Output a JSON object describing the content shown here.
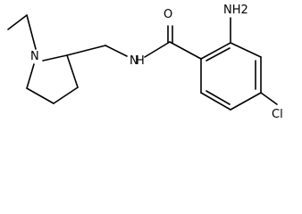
{
  "molecule": {
    "atoms": {
      "amide_oxygen": "O",
      "amine_group": "NH2",
      "chlorine": "Cl",
      "amide_nitrogen": "N",
      "amide_hydrogen": "H",
      "pyrrolidine_nitrogen": "N"
    },
    "colors": {
      "bonds": "#000000",
      "labels": "#000000",
      "background": "#ffffff"
    }
  }
}
